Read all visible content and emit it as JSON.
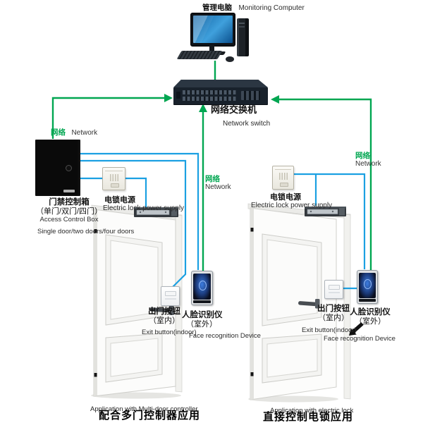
{
  "colors": {
    "network_green": "#00a651",
    "wire_blue": "#1ba0e2"
  },
  "monitoring_computer": {
    "zh": "管理电脑",
    "en": "Monitoring Computer"
  },
  "network_switch": {
    "zh": "网络交换机",
    "en": "Network switch"
  },
  "network_label": {
    "zh": "网络",
    "en": "Network"
  },
  "access_control_box": {
    "zh": "门禁控制箱",
    "zh_sub": "（单门/双门/四门）",
    "en": "Access Control Box",
    "en_sub": "Single door/two doors/four doors"
  },
  "electric_lock_power_supply": {
    "zh": "电锁电源",
    "en": "Electric lock power supply"
  },
  "exit_button": {
    "zh": "出门按钮",
    "zh_sub": "（室内）",
    "en": "Exit button(indoor)"
  },
  "face_recognition": {
    "zh": "人脸识别仪",
    "zh_sub": "（室外）",
    "en": "Face recognition Device"
  },
  "caption_left": {
    "en": "Application with Multi-door controller",
    "zh": "配合多门控制器应用"
  },
  "caption_right": {
    "en": "Application with electric lock",
    "zh": "直接控制电锁应用"
  }
}
